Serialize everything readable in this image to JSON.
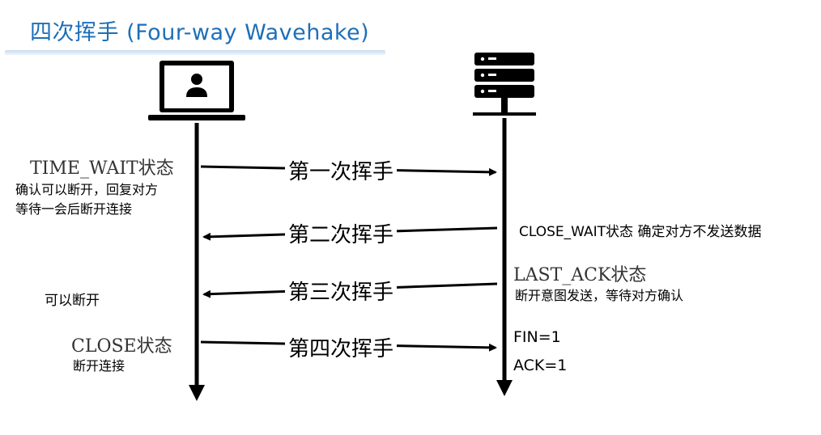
{
  "title": "四次挥手 (Four-way Wavehake)",
  "client": {
    "icon": "laptop-user-icon",
    "time_wait_state": "TIME_WAIT状态",
    "time_wait_note_1": "确认可以断开，回复对方",
    "time_wait_note_2": "等待一会后断开连接",
    "can_disconnect": "可以断开",
    "close_state": "CLOSE状态",
    "close_note": "断开连接"
  },
  "server": {
    "icon": "server-rack-icon",
    "close_wait": "CLOSE_WAIT状态 确定对方不发送数据",
    "last_ack_state": "LAST_ACK状态",
    "last_ack_note": "断开意图发送，等待对方确认",
    "fin_flag": "FIN=1",
    "ack_flag": "ACK=1"
  },
  "steps": [
    {
      "label": "第一次挥手",
      "direction": "client-to-server"
    },
    {
      "label": "第二次挥手",
      "direction": "server-to-client"
    },
    {
      "label": "第三次挥手",
      "direction": "server-to-client"
    },
    {
      "label": "第四次挥手",
      "direction": "client-to-server"
    }
  ],
  "colors": {
    "title": "#1d6fb8",
    "line": "#000000"
  }
}
